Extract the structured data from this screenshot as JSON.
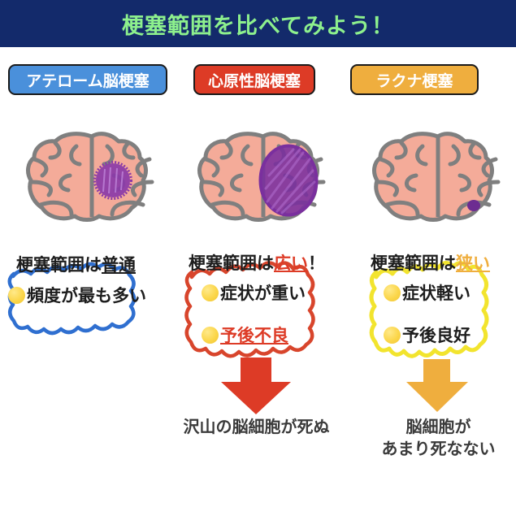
{
  "header": {
    "title": "梗塞範囲を比べてみよう！",
    "background_color": "#132a6b",
    "text_color": "#8df08d"
  },
  "columns": [
    {
      "id": "athero",
      "pill_label": "アテローム脳梗塞",
      "pill_color": "#4a90db",
      "brain": {
        "lesion_size": "medium",
        "lesion_color": "#8a3aa8",
        "brain_fill": "#f4ab99",
        "brain_outline": "#7f7f7f"
      },
      "headline_prefix": "梗塞範囲は",
      "headline_emphasis": "普通",
      "headline_suffix": "",
      "cloud_color": "#2f6fd0",
      "bullets": [
        {
          "text": "頻度が最も多い",
          "style": "plain"
        }
      ],
      "arrow": null,
      "outcome": null
    },
    {
      "id": "cardio",
      "pill_label": "心原性脳梗塞",
      "pill_color": "#dd3b26",
      "brain": {
        "lesion_size": "large",
        "lesion_color": "#7a2f9e",
        "brain_fill": "#f4ab99",
        "brain_outline": "#7f7f7f"
      },
      "headline_prefix": "梗塞範囲は",
      "headline_emphasis": "広い",
      "headline_suffix": "！",
      "cloud_color": "#d8452c",
      "bullets": [
        {
          "text": "症状が重い",
          "style": "plain"
        },
        {
          "text": "予後不良",
          "style": "red-underline"
        }
      ],
      "arrow": {
        "color": "#dd3b26",
        "direction": "down"
      },
      "outcome": "沢山の脳細胞が死ぬ"
    },
    {
      "id": "lacunar",
      "pill_label": "ラクナ梗塞",
      "pill_color": "#efae3e",
      "brain": {
        "lesion_size": "small",
        "lesion_color": "#6d2c91",
        "brain_fill": "#f4ab99",
        "brain_outline": "#7f7f7f"
      },
      "headline_prefix": "梗塞範囲は",
      "headline_emphasis": "狭い",
      "headline_suffix": "",
      "cloud_color": "#f2e42e",
      "bullets": [
        {
          "text": "症状軽い",
          "style": "plain"
        },
        {
          "text": "予後良好",
          "style": "plain"
        }
      ],
      "arrow": {
        "color": "#efae3e",
        "direction": "down"
      },
      "outcome_line1": "脳細胞が",
      "outcome_line2": "あまり死なない"
    }
  ]
}
